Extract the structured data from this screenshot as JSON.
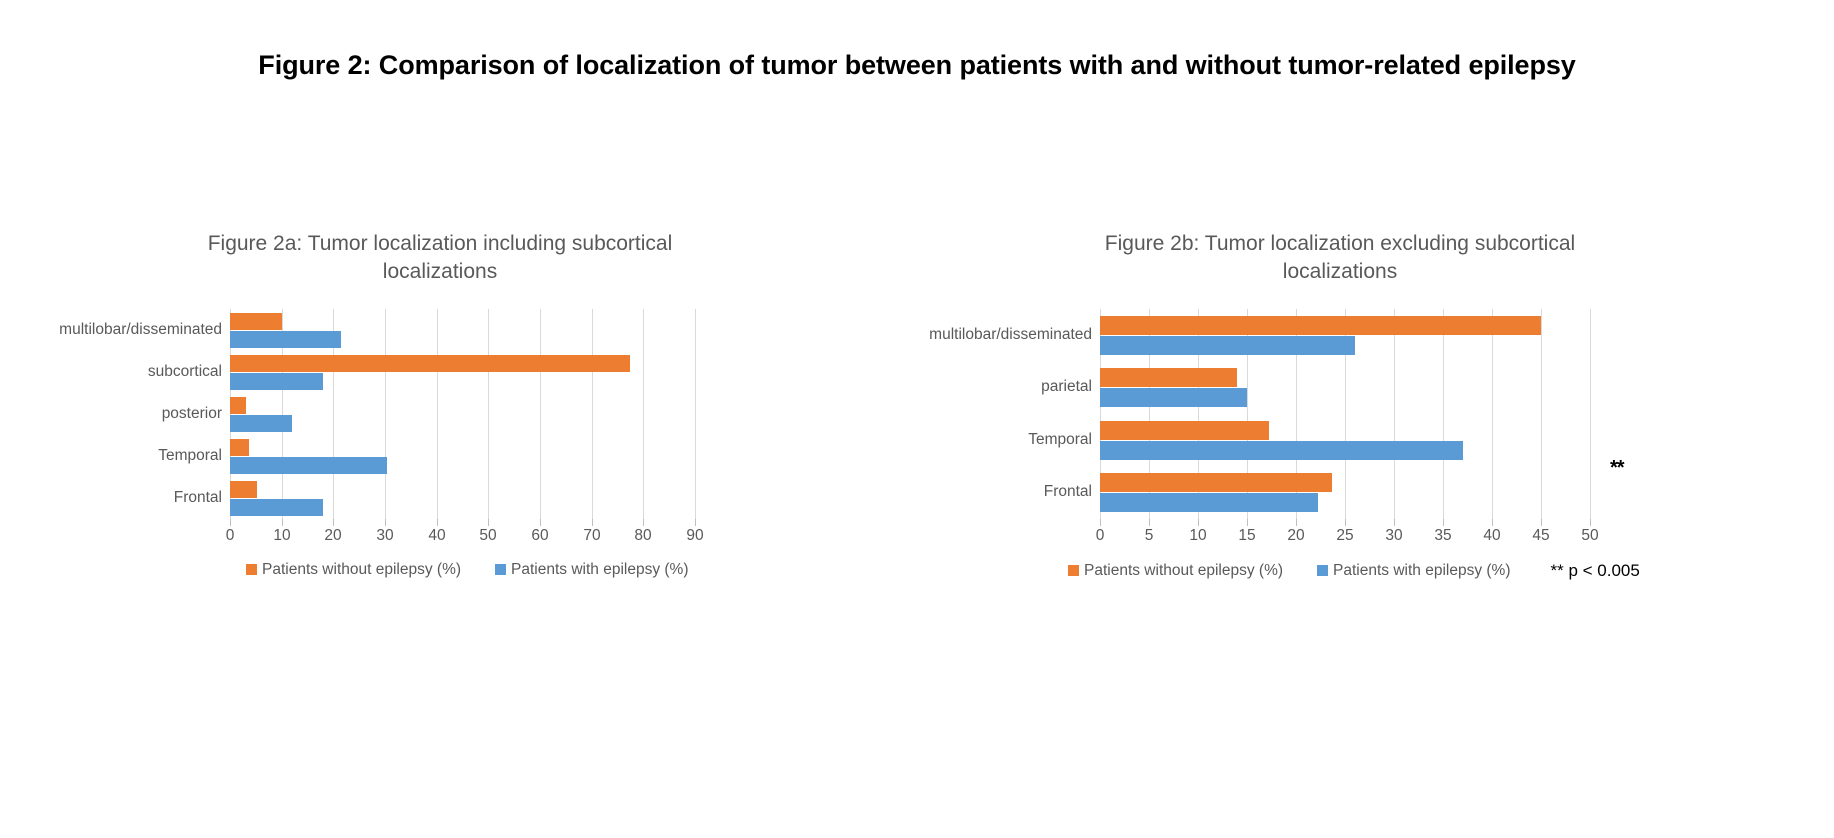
{
  "figure": {
    "title": "Figure 2: Comparison of localization of tumor between patients with and without tumor-related epilepsy"
  },
  "colors": {
    "series_without_epilepsy": "#ED7D31",
    "series_with_epilepsy": "#5B9BD5",
    "gridline": "#D9D9D9",
    "text": "#595959"
  },
  "legend": {
    "series0_label": "Patients without epilepsy (%)",
    "series1_label": "Patients with epilepsy (%)",
    "significance_note": "** p < 0.005",
    "significance_marker": "**"
  },
  "chart_data": [
    {
      "id": "figure-2a",
      "type": "bar",
      "orientation": "horizontal",
      "title": "Figure 2a: Tumor localization including subcortical localizations",
      "title_line1": "Figure 2a: Tumor localization including subcortical",
      "title_line2": "localizations",
      "categories": [
        "Frontal",
        "Temporal",
        "posterior",
        "subcortical",
        "multilobar/disseminated"
      ],
      "series": [
        {
          "name": "Patients without epilepsy (%)",
          "color": "#ED7D31",
          "values": [
            5.2,
            3.6,
            3.0,
            77.5,
            10.0
          ]
        },
        {
          "name": "Patients with epilepsy (%)",
          "color": "#5B9BD5",
          "values": [
            18.0,
            30.4,
            12.0,
            18.0,
            21.5
          ]
        }
      ],
      "xlabel": "",
      "ylabel": "",
      "xlim": [
        0,
        90
      ],
      "xticks": [
        0,
        10,
        20,
        30,
        40,
        50,
        60,
        70,
        80,
        90
      ],
      "xtick_labels": [
        "0",
        "10",
        "20",
        "30",
        "40",
        "50",
        "60",
        "70",
        "80",
        "90"
      ],
      "grid": true,
      "legend_position": "bottom",
      "annotations": []
    },
    {
      "id": "figure-2b",
      "type": "bar",
      "orientation": "horizontal",
      "title": "Figure 2b: Tumor localization excluding subcortical localizations",
      "title_line1": "Figure 2b: Tumor localization excluding subcortical",
      "title_line2": "localizations",
      "categories": [
        "Frontal",
        "Temporal",
        "parietal",
        "multilobar/disseminated"
      ],
      "series": [
        {
          "name": "Patients without epilepsy (%)",
          "color": "#ED7D31",
          "values": [
            23.7,
            17.2,
            14.0,
            45.0
          ]
        },
        {
          "name": "Patients with epilepsy (%)",
          "color": "#5B9BD5",
          "values": [
            22.2,
            37.0,
            15.0,
            26.0
          ]
        }
      ],
      "xlabel": "",
      "ylabel": "",
      "xlim": [
        0,
        50
      ],
      "xticks": [
        0,
        5,
        10,
        15,
        20,
        25,
        30,
        35,
        40,
        45,
        50
      ],
      "xtick_labels": [
        "0",
        "5",
        "10",
        "15",
        "20",
        "25",
        "30",
        "35",
        "40",
        "45",
        "50"
      ],
      "grid": true,
      "legend_position": "bottom",
      "annotations": [
        {
          "text": "**",
          "category": "Temporal",
          "meaning": "p < 0.005"
        }
      ]
    }
  ]
}
